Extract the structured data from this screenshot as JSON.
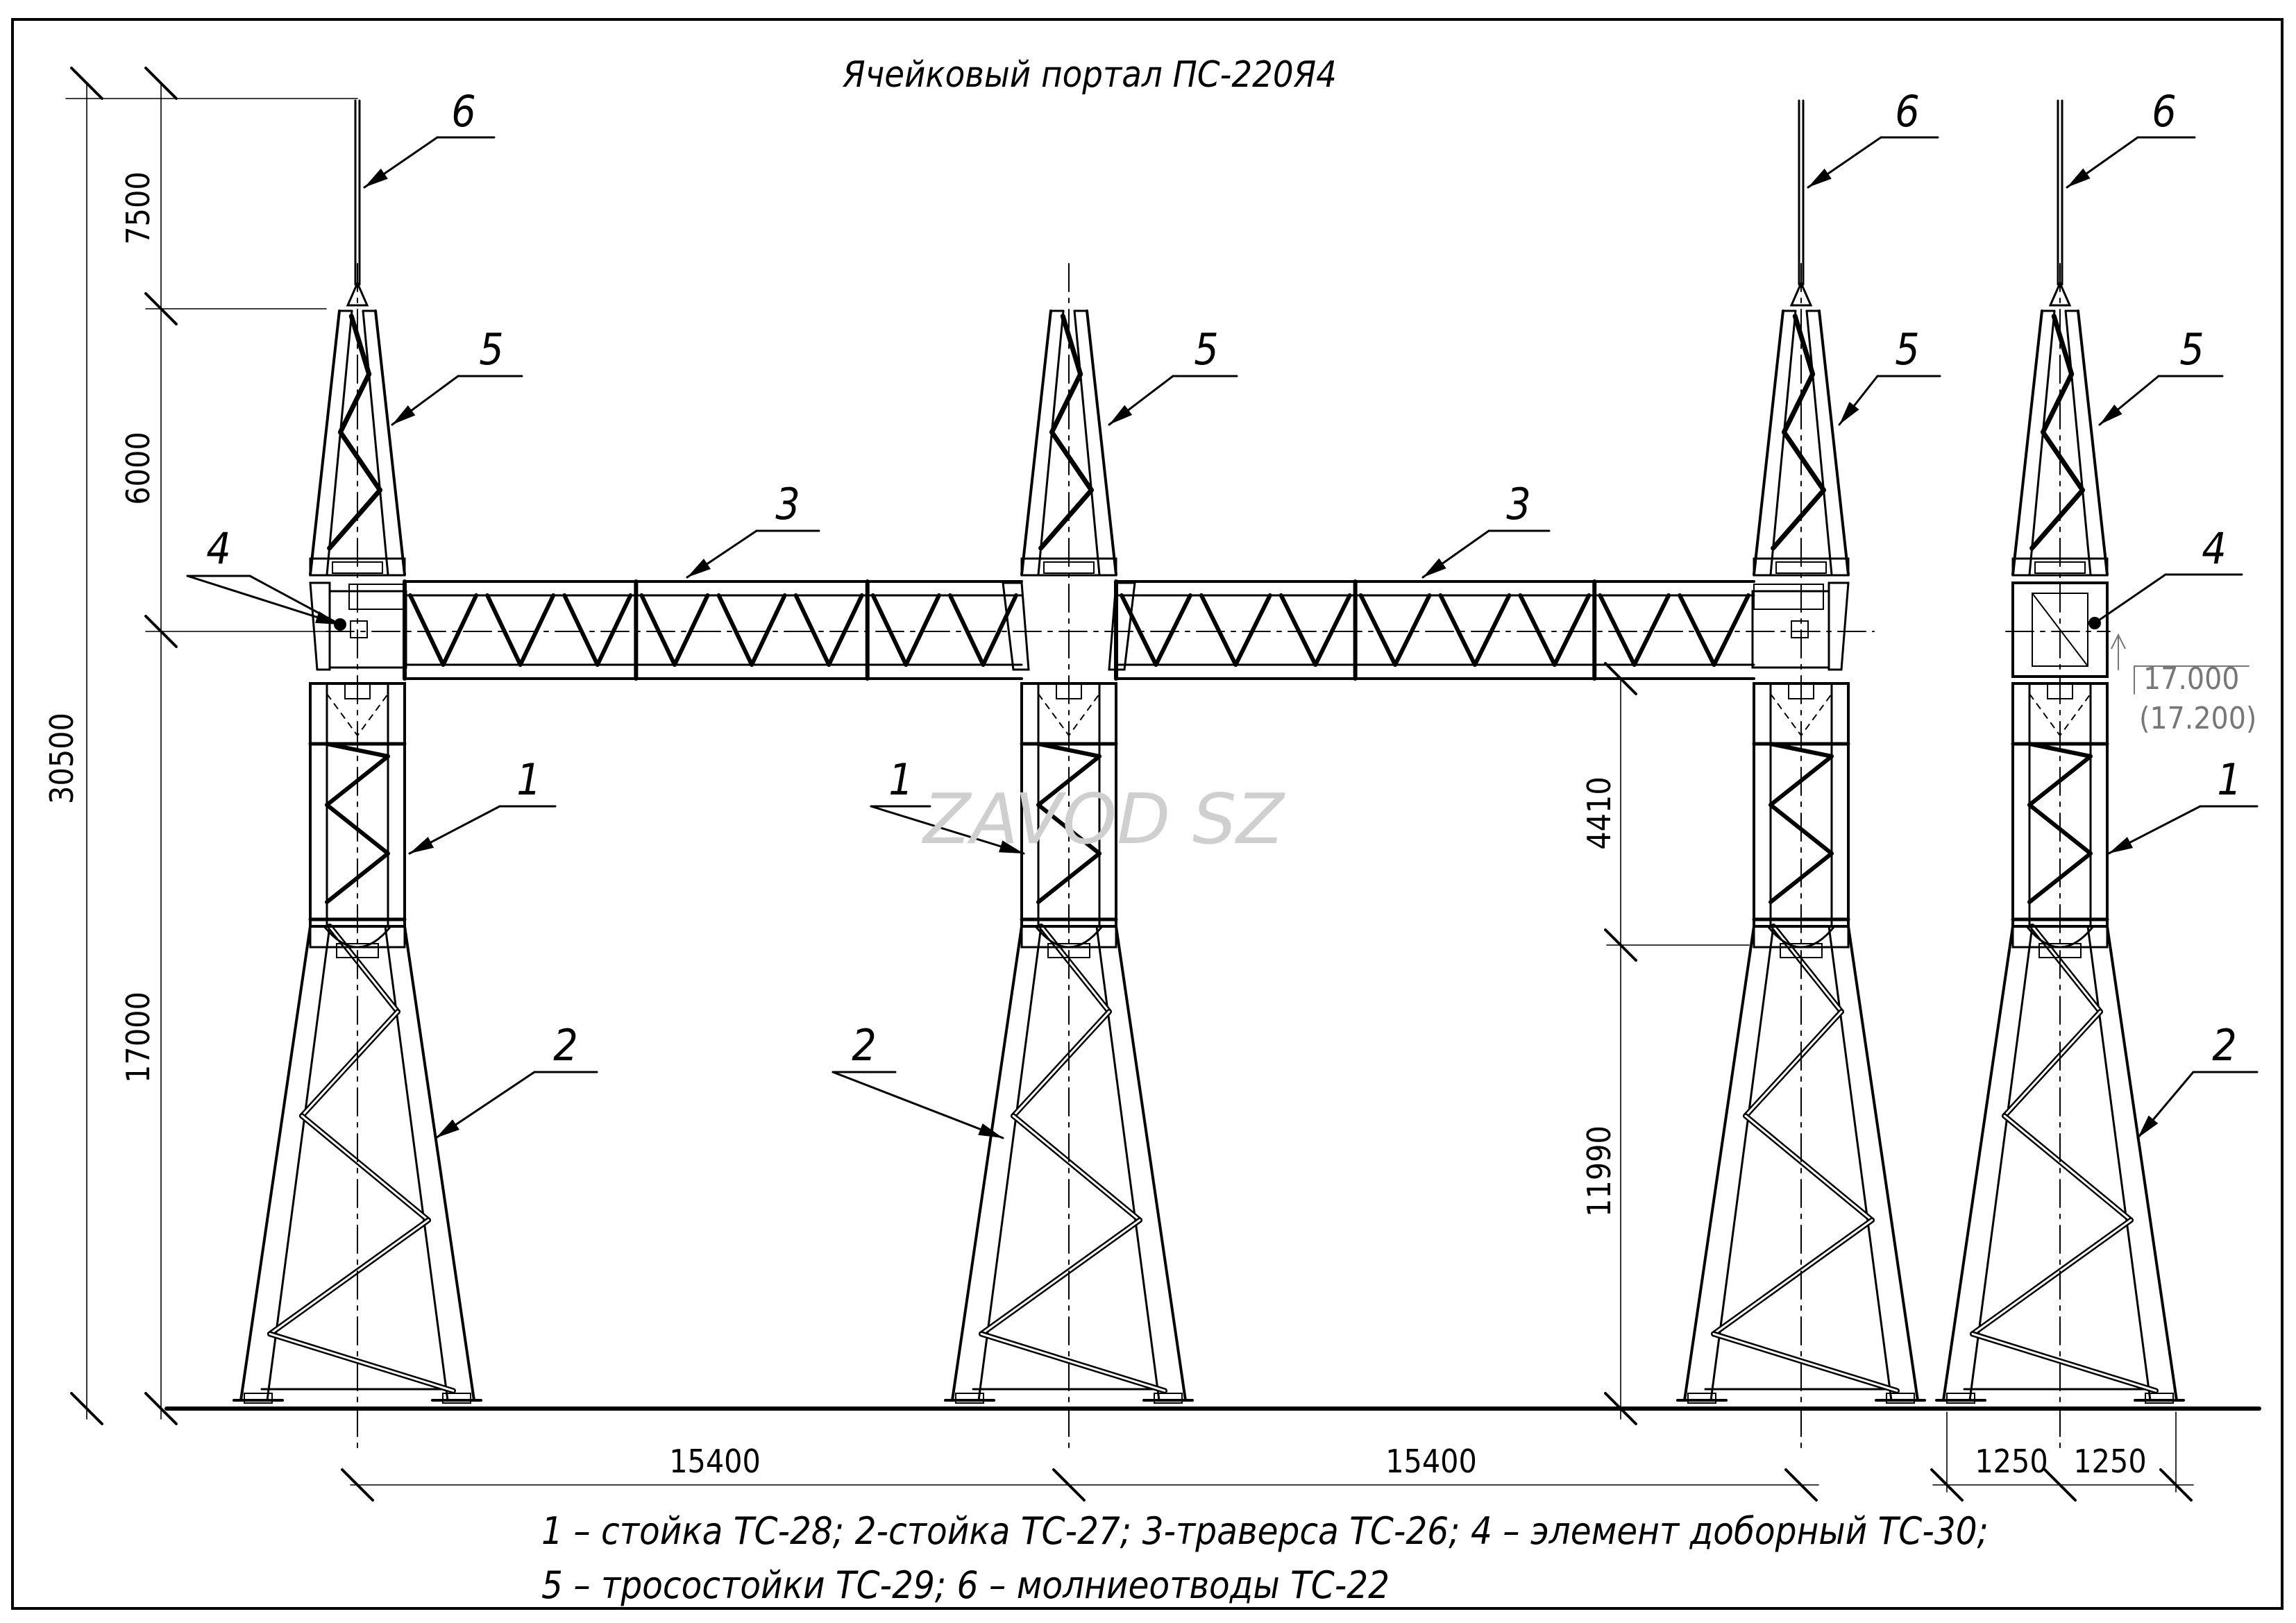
{
  "title": "Ячейковый портал ПС-220Я4",
  "watermark": "ZAVOD SZ",
  "callouts": {
    "c1": "1",
    "c2": "2",
    "c3": "3",
    "c4": "4",
    "c5": "5",
    "c6": "6"
  },
  "dimensions": {
    "total_height": "30500",
    "arrester": "7500",
    "cable_post": "6000",
    "lower_height": "17000",
    "upper_to_beam": "4410",
    "lower_to_joint": "11990",
    "span": "15400",
    "half_base": "1250"
  },
  "elevations": {
    "top": "17.000",
    "bottom": "(17.200)"
  },
  "legend": {
    "line1": "1 – стойка ТС-28; 2-стойка ТС-27; 3-траверса ТС-26; 4 – элемент доборный ТС-30;",
    "line2": "5 – тросостойки ТС-29; 6 – молниеотводы ТС-22"
  }
}
